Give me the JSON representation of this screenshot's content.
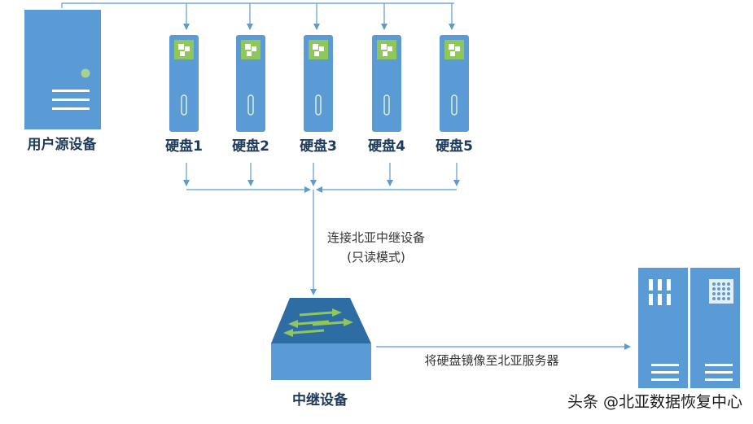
{
  "source_device": {
    "label": "用户源设备"
  },
  "disks": [
    {
      "label": "硬盘1"
    },
    {
      "label": "硬盘2"
    },
    {
      "label": "硬盘3"
    },
    {
      "label": "硬盘4"
    },
    {
      "label": "硬盘5"
    }
  ],
  "connection_note": {
    "line1": "连接北亚中继设备",
    "line2": "(只读模式)"
  },
  "relay_device": {
    "label": "中继设备"
  },
  "mirror_note": {
    "label": "将硬盘镜像至北亚服务器"
  },
  "watermark": {
    "text": "头条 @北亚数据恢复中心"
  },
  "colors": {
    "device_blue": "#5b9bd5",
    "device_dark": "#2e6da4",
    "chip_green": "#8fc75a",
    "arrow_blue": "#5b9bd5",
    "label_navy": "#1f3b5c"
  }
}
